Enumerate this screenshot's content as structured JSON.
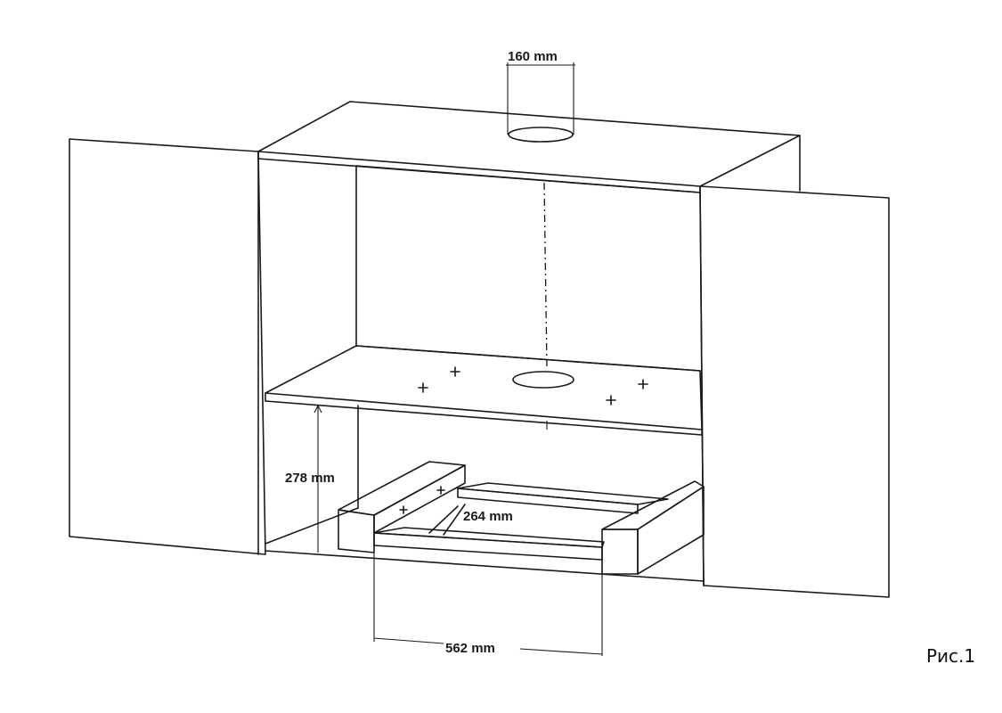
{
  "dimensions": {
    "duct_diameter": "160 mm",
    "cabinet_clear_height": "278 mm",
    "rail_spacing": "264 mm",
    "inner_width": "562 mm"
  },
  "caption": "Рис.1"
}
